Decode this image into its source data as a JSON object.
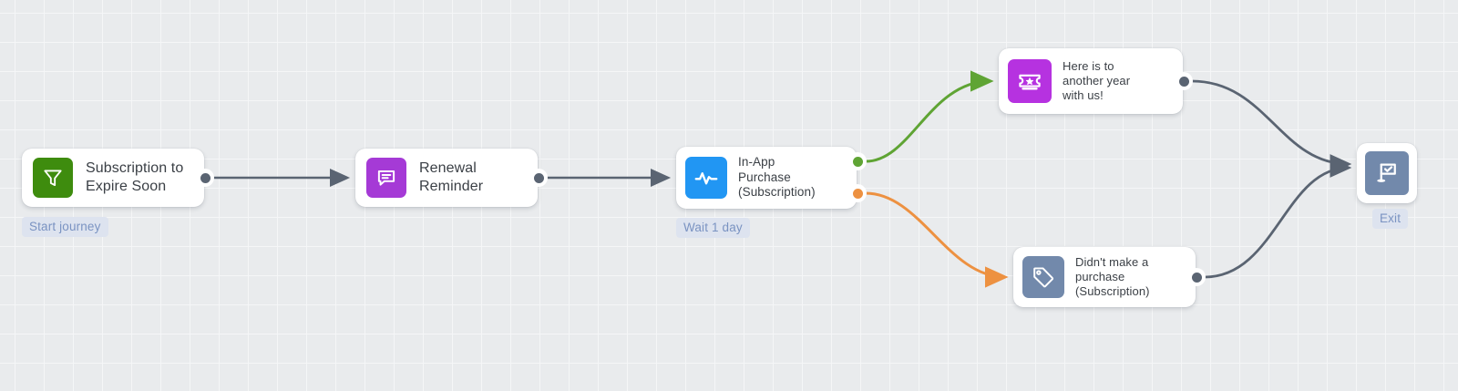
{
  "canvas": {
    "background_color": "#e9ebed",
    "grid_color": "#ffffff",
    "type": "journey-flow-diagram"
  },
  "nodes": [
    {
      "id": "subscription",
      "title": "Subscription to\nExpire Soon",
      "icon": "funnel-icon",
      "icon_color": "#3e8c0e",
      "chip": "Start journey"
    },
    {
      "id": "renewal",
      "title": "Renewal\nReminder",
      "icon": "message-icon",
      "icon_color": "#a53ad6"
    },
    {
      "id": "inapp",
      "title": "In-App\nPurchase\n(Subscription)",
      "icon": "pulse-icon",
      "icon_color": "#2196f3",
      "chip": "Wait 1 day"
    },
    {
      "id": "anotheryear",
      "title": "Here is to\nanother year\nwith us!",
      "icon": "ticket-star-icon",
      "icon_color": "#b632e0"
    },
    {
      "id": "nopurchase",
      "title": "Didn't make a\npurchase\n(Subscription)",
      "icon": "price-tag-icon",
      "icon_color": "#7289ab"
    },
    {
      "id": "exit",
      "title": "",
      "icon": "flag-check-icon",
      "icon_color": "#7289ab",
      "chip": "Exit"
    }
  ],
  "edges": [
    {
      "from": "subscription",
      "to": "renewal",
      "color": "#5a6472",
      "label": ""
    },
    {
      "from": "renewal",
      "to": "inapp",
      "color": "#5a6472",
      "label": ""
    },
    {
      "from": "inapp",
      "to": "anotheryear",
      "color": "#5fa434",
      "label": ""
    },
    {
      "from": "inapp",
      "to": "nopurchase",
      "color": "#ed9141",
      "label": ""
    },
    {
      "from": "anotheryear",
      "to": "exit",
      "color": "#5a6472",
      "label": ""
    },
    {
      "from": "nopurchase",
      "to": "exit",
      "color": "#5a6472",
      "label": ""
    }
  ],
  "ports": {
    "neutral_color": "#5a6472",
    "success_color": "#5fa434",
    "warning_color": "#ed9141"
  },
  "chips": {
    "start": "Start journey",
    "wait": "Wait 1 day",
    "exit": "Exit"
  }
}
